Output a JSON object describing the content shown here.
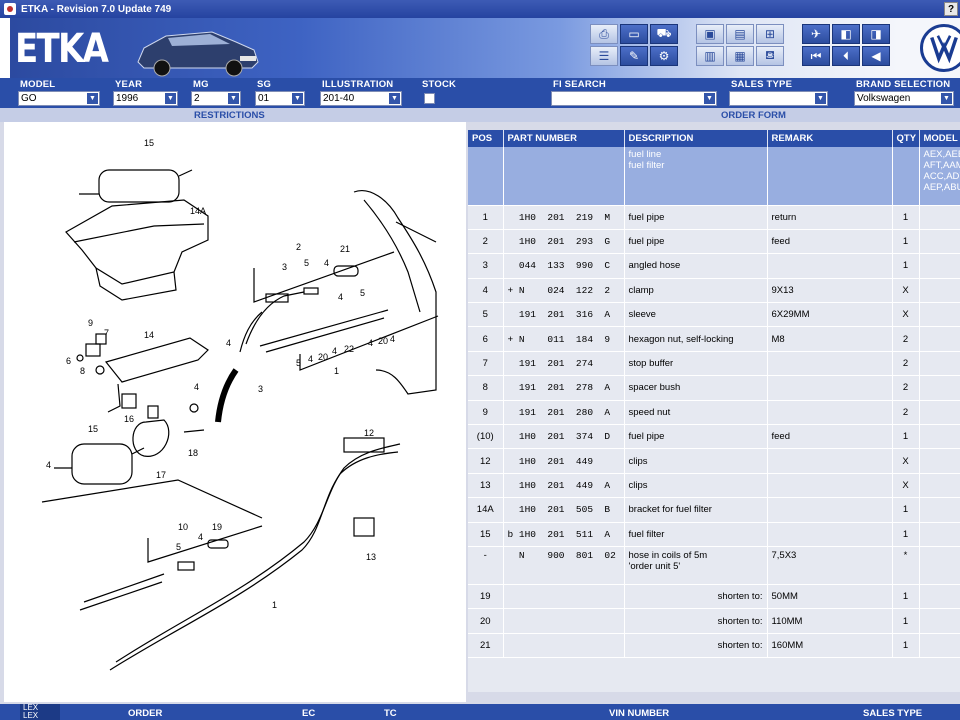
{
  "window": {
    "title": "ETKA - Revision 7.0 Update 749",
    "help": "?"
  },
  "banner": {
    "logo": "ETKA"
  },
  "fields": {
    "model": {
      "label": "MODEL",
      "value": "GO"
    },
    "year": {
      "label": "YEAR",
      "value": "1996"
    },
    "mg": {
      "label": "MG",
      "value": "2"
    },
    "sg": {
      "label": "SG",
      "value": "01"
    },
    "illustration": {
      "label": "ILLUSTRATION",
      "value": "201-40"
    },
    "stock": {
      "label": "STOCK"
    },
    "fi_search": {
      "label": "FI SEARCH",
      "value": ""
    },
    "sales_type": {
      "label": "SALES TYPE",
      "value": ""
    },
    "brand": {
      "label": "BRAND SELECTION",
      "value": "Volkswagen"
    }
  },
  "sections": {
    "restrictions": "RESTRICTIONS",
    "order_form": "ORDER FORM"
  },
  "table": {
    "headers": {
      "pos": "POS",
      "part": "PART NUMBER",
      "desc": "DESCRIPTION",
      "remark": "REMARK",
      "qty": "QTY",
      "model": "MODEL"
    },
    "highlight": {
      "desc1": "fuel line",
      "desc2": "fuel filter",
      "model1": "AEX,AEE,",
      "model2": "AFT,AAM,",
      "model3": "ACC,ADY,",
      "model4": "AEP,ABU"
    },
    "rows": [
      {
        "pos": "1",
        "part": "  1H0  201  219  M",
        "desc": "fuel pipe",
        "remark": "return",
        "qty": "1"
      },
      {
        "pos": "2",
        "part": "  1H0  201  293  G",
        "desc": "fuel pipe",
        "remark": "feed",
        "qty": "1"
      },
      {
        "pos": "3",
        "part": "  044  133  990  C",
        "desc": "angled hose",
        "remark": "",
        "qty": "1"
      },
      {
        "pos": "4",
        "part": "+ N    024  122  2",
        "desc": "clamp",
        "remark": "9X13",
        "qty": "X"
      },
      {
        "pos": "5",
        "part": "  191  201  316  A",
        "desc": "sleeve",
        "remark": "6X29MM",
        "qty": "X"
      },
      {
        "pos": "6",
        "part": "+ N    011  184  9",
        "desc": "hexagon nut, self-locking",
        "remark": "M8",
        "qty": "2"
      },
      {
        "pos": "7",
        "part": "  191  201  274",
        "desc": "stop buffer",
        "remark": "",
        "qty": "2"
      },
      {
        "pos": "8",
        "part": "  191  201  278  A",
        "desc": "spacer bush",
        "remark": "",
        "qty": "2"
      },
      {
        "pos": "9",
        "part": "  191  201  280  A",
        "desc": "speed  nut",
        "remark": "",
        "qty": "2"
      },
      {
        "pos": "(10)",
        "part": "  1H0  201  374  D",
        "desc": "fuel pipe",
        "remark": "feed",
        "qty": "1"
      },
      {
        "pos": "12",
        "part": "  1H0  201  449",
        "desc": "clips",
        "remark": "",
        "qty": "X"
      },
      {
        "pos": "13",
        "part": "  1H0  201  449  A",
        "desc": "clips",
        "remark": "",
        "qty": "X"
      },
      {
        "pos": "14A",
        "part": "  1H0  201  505  B",
        "desc": "bracket for fuel filter",
        "remark": "",
        "qty": "1"
      },
      {
        "pos": "15",
        "part": "b 1H0  201  511  A",
        "desc": "fuel filter",
        "remark": "",
        "qty": "1"
      }
    ],
    "hose_row": {
      "pos": "-",
      "part": "  N    900  801  02",
      "desc1": "hose in coils of 5m",
      "desc2": "'order unit 5'",
      "remark": "7,5X3",
      "qty": "*"
    },
    "shorten_rows": [
      {
        "pos": "19",
        "label": "shorten to:",
        "remark": "50MM",
        "qty": "1"
      },
      {
        "pos": "20",
        "label": "shorten to:",
        "remark": "110MM",
        "qty": "1"
      },
      {
        "pos": "21",
        "label": "shorten to:",
        "remark": "160MM",
        "qty": "1"
      }
    ]
  },
  "bottom": {
    "lex1": "LEX",
    "lex2": "LEX",
    "order": "ORDER",
    "ec": "EC",
    "tc": "TC",
    "vin": "VIN NUMBER",
    "sales_type": "SALES TYPE"
  },
  "diagram_labels": [
    "15",
    "14A",
    "2",
    "3",
    "5",
    "4",
    "21",
    "4",
    "5",
    "9",
    "7",
    "14",
    "6",
    "8",
    "4",
    "5",
    "4",
    "20",
    "4",
    "22",
    "4",
    "20",
    "4",
    "1",
    "3",
    "16",
    "4",
    "18",
    "15",
    "17",
    "4",
    "12",
    "10",
    "5",
    "4",
    "19",
    "13",
    "1"
  ]
}
